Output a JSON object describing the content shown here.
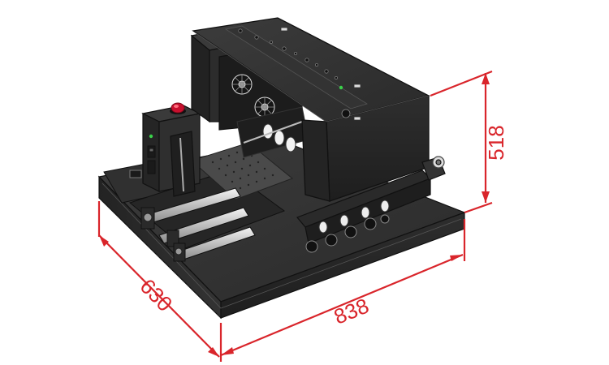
{
  "dimensions": {
    "width": "838",
    "depth": "630",
    "height": "518"
  },
  "colors": {
    "dimension": "#d9252b",
    "body_dark": "#2b2b2b",
    "body_mid": "#3a3a3a",
    "body_light": "#4a4a4a",
    "edge": "#111111",
    "emergency_stop": "#c8102e",
    "indicator": "#3ad14a"
  },
  "icons": [
    "emergency-stop-icon",
    "cooling-fan-icon",
    "power-switch-icon"
  ]
}
